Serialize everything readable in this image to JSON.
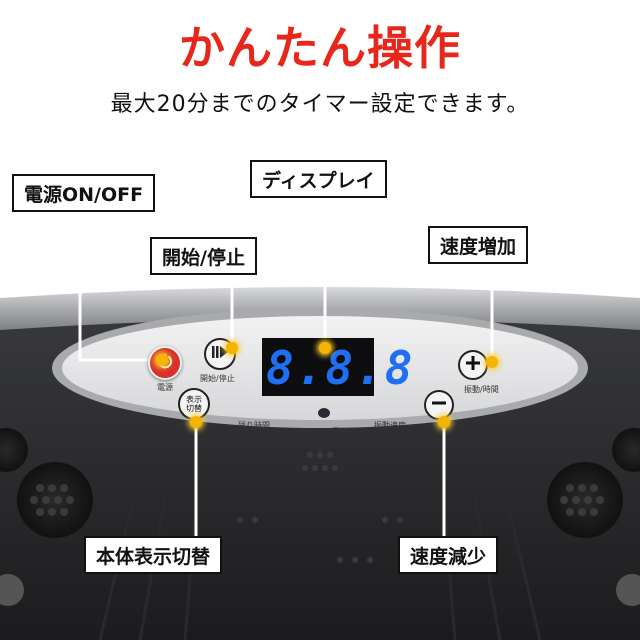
{
  "header": {
    "title": "かんたん操作",
    "subtitle": "最大20分までのタイマー設定できます。"
  },
  "callouts": {
    "power": "電源ON/OFF",
    "display": "ディスプレイ",
    "start_stop": "開始/停止",
    "speed_up": "速度増加",
    "display_switch": "本体表示切替",
    "speed_down": "速度減少"
  },
  "panel": {
    "display_value": "8.8.8",
    "power_label": "電源",
    "start_stop_label": "開始/停止",
    "display_switch_button": "表示\n切替",
    "remaining_time_label": "残り時間",
    "remote_receiver_label": "リモコン受光部",
    "vibration_speed_label": "振動速度",
    "vibration_time_label": "振動/時間"
  },
  "colors": {
    "headline": "#e8271c",
    "power_button": "#d9302a",
    "display_digits": "#1f6ff2",
    "highlight_dot": "#f4b400"
  },
  "icons": {
    "power": "power-icon",
    "play_pause": "play-pause-icon",
    "plus": "plus-icon",
    "minus": "minus-icon"
  }
}
